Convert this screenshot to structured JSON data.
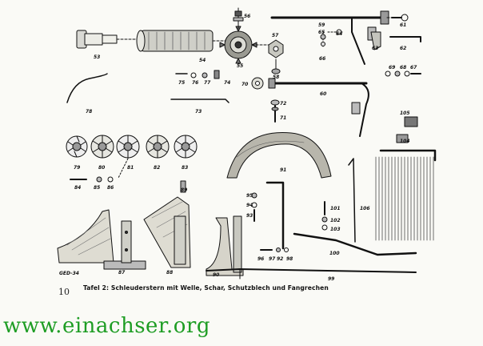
{
  "diagram": {
    "part_numbers": [
      "53",
      "54",
      "55",
      "56",
      "57",
      "58",
      "59",
      "60",
      "61",
      "62",
      "63",
      "64",
      "65",
      "66",
      "67",
      "68",
      "69",
      "70",
      "71",
      "72",
      "73",
      "74",
      "75",
      "76",
      "77",
      "78",
      "79",
      "80",
      "81",
      "82",
      "83",
      "84",
      "85",
      "86",
      "87",
      "88",
      "89",
      "90",
      "91",
      "92",
      "93",
      "94",
      "95",
      "96",
      "97",
      "98",
      "99",
      "100",
      "101",
      "102",
      "103",
      "104",
      "105",
      "106"
    ],
    "drawing_code": "GED-34",
    "caption": "Tafel 2: Schleuderstern mit Welle, Schar, Schutzblech und Fangrechen",
    "page_number": "10"
  },
  "watermark": {
    "text": "www.einachser.org",
    "color": "#1e9d24"
  }
}
